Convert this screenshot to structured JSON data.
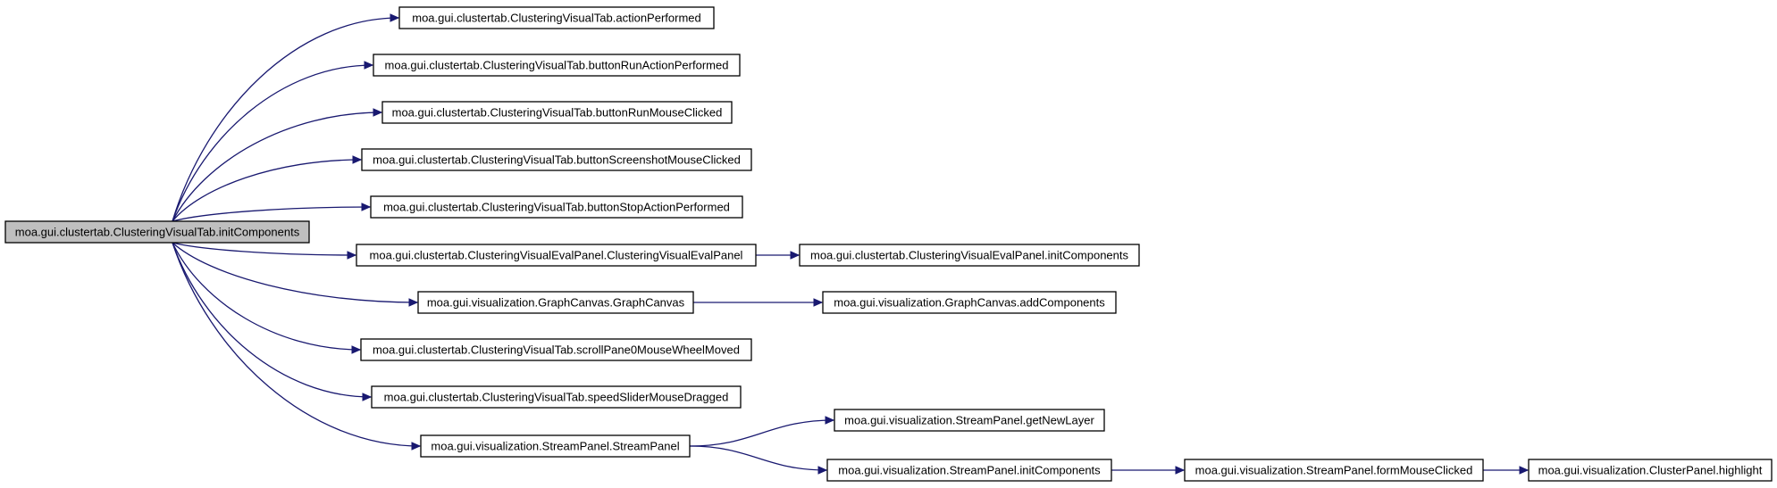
{
  "graph": {
    "nodes": [
      {
        "id": "root",
        "label": "moa.gui.clustertab.ClusteringVisualTab.initComponents",
        "root": true
      },
      {
        "id": "n1",
        "label": "moa.gui.clustertab.ClusteringVisualTab.actionPerformed"
      },
      {
        "id": "n2",
        "label": "moa.gui.clustertab.ClusteringVisualTab.buttonRunActionPerformed"
      },
      {
        "id": "n3",
        "label": "moa.gui.clustertab.ClusteringVisualTab.buttonRunMouseClicked"
      },
      {
        "id": "n4",
        "label": "moa.gui.clustertab.ClusteringVisualTab.buttonScreenshotMouseClicked"
      },
      {
        "id": "n5",
        "label": "moa.gui.clustertab.ClusteringVisualTab.buttonStopActionPerformed"
      },
      {
        "id": "n6",
        "label": "moa.gui.clustertab.ClusteringVisualEvalPanel.ClusteringVisualEvalPanel"
      },
      {
        "id": "n7",
        "label": "moa.gui.visualization.GraphCanvas.GraphCanvas"
      },
      {
        "id": "n8",
        "label": "moa.gui.clustertab.ClusteringVisualTab.scrollPane0MouseWheelMoved"
      },
      {
        "id": "n9",
        "label": "moa.gui.clustertab.ClusteringVisualTab.speedSliderMouseDragged"
      },
      {
        "id": "n10",
        "label": "moa.gui.visualization.StreamPanel.StreamPanel"
      },
      {
        "id": "n11",
        "label": "moa.gui.clustertab.ClusteringVisualEvalPanel.initComponents"
      },
      {
        "id": "n12",
        "label": "moa.gui.visualization.GraphCanvas.addComponents"
      },
      {
        "id": "n13",
        "label": "moa.gui.visualization.StreamPanel.getNewLayer"
      },
      {
        "id": "n14",
        "label": "moa.gui.visualization.StreamPanel.initComponents"
      },
      {
        "id": "n15",
        "label": "moa.gui.visualization.StreamPanel.formMouseClicked"
      },
      {
        "id": "n16",
        "label": "moa.gui.visualization.ClusterPanel.highlight"
      }
    ],
    "edges": [
      {
        "from": "root",
        "to": "n1"
      },
      {
        "from": "root",
        "to": "n2"
      },
      {
        "from": "root",
        "to": "n3"
      },
      {
        "from": "root",
        "to": "n4"
      },
      {
        "from": "root",
        "to": "n5"
      },
      {
        "from": "root",
        "to": "n6"
      },
      {
        "from": "root",
        "to": "n7"
      },
      {
        "from": "root",
        "to": "n8"
      },
      {
        "from": "root",
        "to": "n9"
      },
      {
        "from": "root",
        "to": "n10"
      },
      {
        "from": "n6",
        "to": "n11"
      },
      {
        "from": "n7",
        "to": "n12"
      },
      {
        "from": "n10",
        "to": "n13"
      },
      {
        "from": "n10",
        "to": "n14"
      },
      {
        "from": "n14",
        "to": "n15"
      },
      {
        "from": "n15",
        "to": "n16"
      }
    ],
    "colors": {
      "edge": "#191970",
      "root_fill": "#bfbfbf",
      "node_fill": "#ffffff",
      "border": "#000000"
    }
  }
}
